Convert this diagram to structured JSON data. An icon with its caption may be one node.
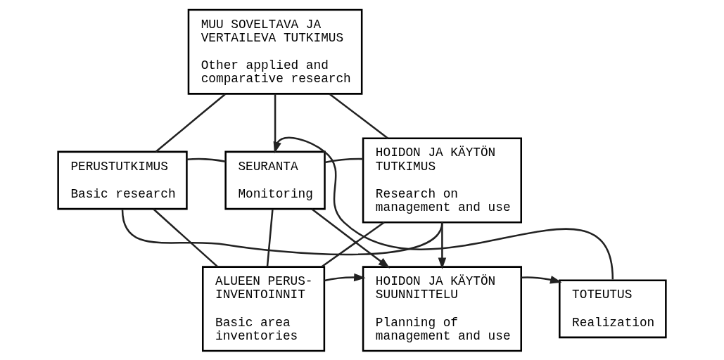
{
  "diagram": {
    "nodes": [
      {
        "text": [
          "MUU SOVELTAVA JA VERTAILEVA TUTKIMUS",
          "Other applied and comparative research"
        ]
      },
      {
        "text": [
          "PERUSTUTKIMUS",
          "Basic research"
        ]
      },
      {
        "text": [
          "SEURANTA",
          "Monitoring"
        ]
      },
      {
        "text": [
          "HOIDON JA KÄYTÖN TUTKIMUS",
          "Research on management and use"
        ]
      },
      {
        "text": [
          "ALUEEN PERUS- INVENTOINNIT",
          "Basic area inventories"
        ]
      },
      {
        "text": [
          "HOIDON JA KÄYTÖN SUUNNITTELU",
          "Planning of management and use"
        ]
      },
      {
        "text": [
          "TOTEUTUS",
          "Realization"
        ]
      }
    ],
    "edges": [
      {
        "from": 0,
        "to": 1,
        "arrow": "none"
      },
      {
        "from": 0,
        "to": 2,
        "arrow": "none"
      },
      {
        "from": 0,
        "to": 3,
        "arrow": "none"
      },
      {
        "from": 1,
        "to": 2,
        "arrow": "none"
      },
      {
        "from": 2,
        "to": 3,
        "arrow": "none"
      },
      {
        "from": 1,
        "to": 4,
        "arrow": "none"
      },
      {
        "from": 1,
        "to": 3,
        "arrow": "none"
      },
      {
        "from": 2,
        "to": 4,
        "arrow": "none"
      },
      {
        "from": 2,
        "to": 5,
        "arrow": "to"
      },
      {
        "from": 3,
        "to": 4,
        "arrow": "none"
      },
      {
        "from": 3,
        "to": 5,
        "arrow": "to"
      },
      {
        "from": 4,
        "to": 5,
        "arrow": "to"
      },
      {
        "from": 5,
        "to": 6,
        "arrow": "to"
      },
      {
        "from": 6,
        "to": 2,
        "arrow": "to"
      }
    ]
  }
}
